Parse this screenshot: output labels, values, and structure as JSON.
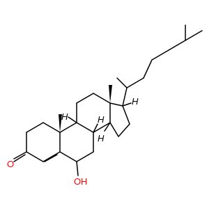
{
  "structure": {
    "atoms": {
      "oxygen_ketone": {
        "symbol": "O",
        "color": "#ff0000"
      },
      "oxygen_hydroxyl": {
        "symbol": "O",
        "color": "#ff0000"
      },
      "hydroxyl_hydrogen": {
        "symbol": "H",
        "color": "#ff0000"
      }
    },
    "stereo_hydrogens": [
      "H",
      "H",
      "H",
      "H"
    ],
    "bond_color": "#000000"
  }
}
